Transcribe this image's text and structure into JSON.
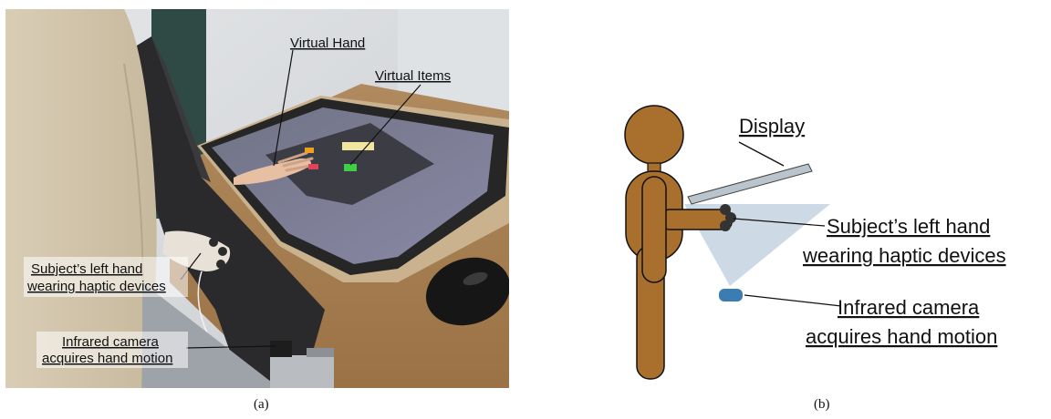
{
  "panel_a": {
    "labels": {
      "virtual_hand": "Virtual Hand",
      "virtual_items": "Virtual Items",
      "left_hand_1": "Subject’s left hand",
      "left_hand_2": "wearing haptic devices",
      "camera_1": "Infrared camera",
      "camera_2": "acquires hand motion"
    },
    "caption": "(a)"
  },
  "panel_b": {
    "labels": {
      "display": "Display",
      "left_hand_1": "Subject’s left hand",
      "left_hand_2": "wearing haptic devices",
      "camera_1": "Infrared camera",
      "camera_2": "acquires hand motion"
    },
    "caption": "(b)",
    "colors": {
      "person": "#a86f2d",
      "display": "#b9c4cc",
      "camera": "#3b7db3",
      "field_of_view": "#c8d5e1",
      "haptic_devices": "#333333"
    }
  }
}
